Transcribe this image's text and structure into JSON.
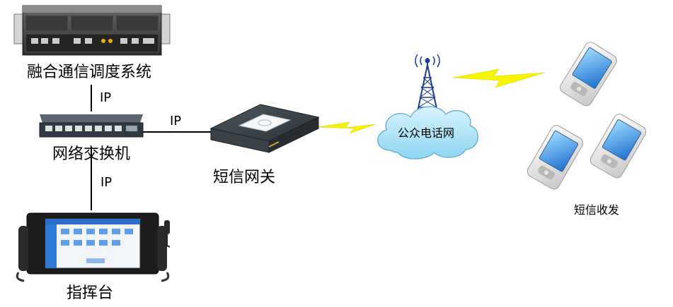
{
  "nodes": {
    "fusion_system": {
      "label": "融合通信调度系统"
    },
    "switch": {
      "label": "网络交换机"
    },
    "console": {
      "label": "指挥台"
    },
    "sms_gateway": {
      "label": "短信网关"
    },
    "pstn": {
      "label": "公众电话网"
    },
    "phones": {
      "label": "短信收发"
    }
  },
  "links": {
    "system_switch": {
      "label": "IP"
    },
    "switch_gateway": {
      "label": "IP"
    },
    "switch_console": {
      "label": "IP"
    }
  },
  "colors": {
    "lightning": "#f5f500",
    "cloud_fill": "#aee4f8",
    "cloud_stroke": "#6fb2d6",
    "tower": "#1f3d8f",
    "line": "#000000"
  }
}
